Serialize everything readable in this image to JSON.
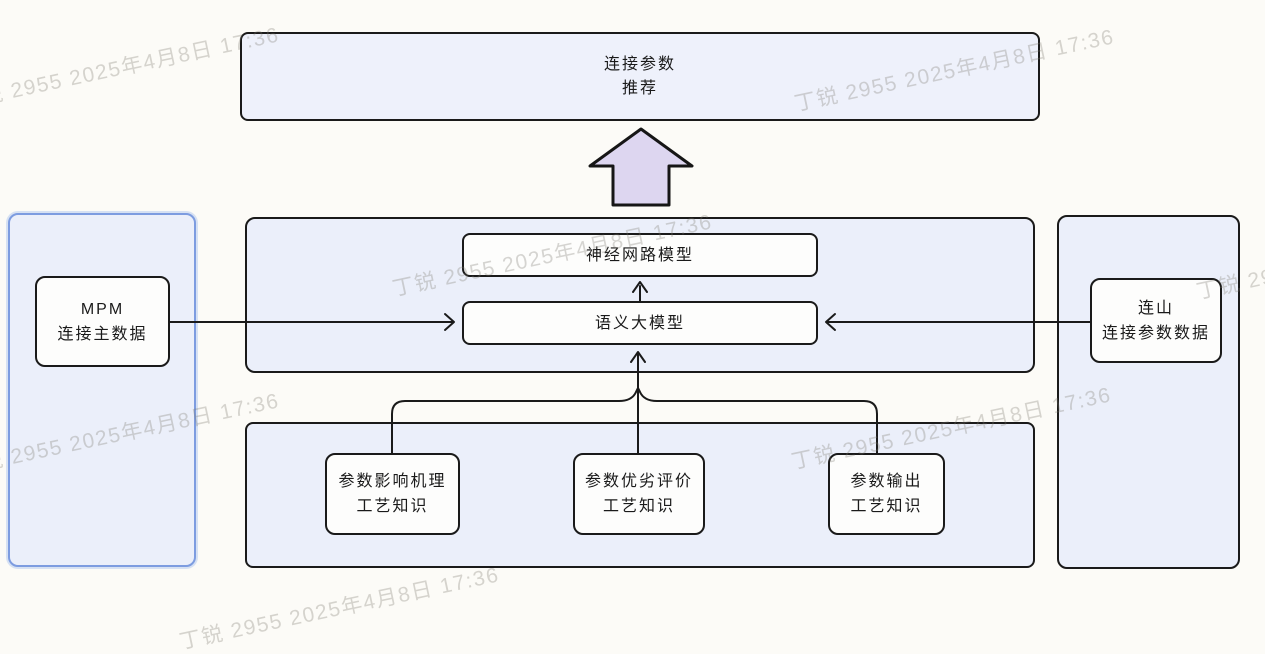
{
  "watermark": {
    "text": "丁锐 2955 2025年4月8日 17:36"
  },
  "nodes": {
    "result": {
      "line1": "连接参数",
      "line2": "推荐"
    },
    "neural": {
      "label": "神经网路模型"
    },
    "semantic": {
      "label": "语义大模型"
    },
    "mpm": {
      "line1": "MPM",
      "line2": "连接主数据"
    },
    "lianshan": {
      "line1": "连山",
      "line2": "连接参数数据"
    },
    "knowledge": [
      {
        "line1": "参数影响机理",
        "line2": "工艺知识"
      },
      {
        "line1": "参数优劣评价",
        "line2": "工艺知识"
      },
      {
        "line1": "参数输出",
        "line2": "工艺知识"
      }
    ]
  },
  "colors": {
    "panel_fill": "#ebeffa",
    "top_node_fill": "#eef1fb",
    "node_fill": "#fdfdfc",
    "border": "#1a1a1a",
    "mpm_panel_border": "#7d9ce0",
    "big_arrow_fill": "#ddd6f0",
    "watermark_gray": "#7a766e",
    "background": "#fcfbf7"
  }
}
